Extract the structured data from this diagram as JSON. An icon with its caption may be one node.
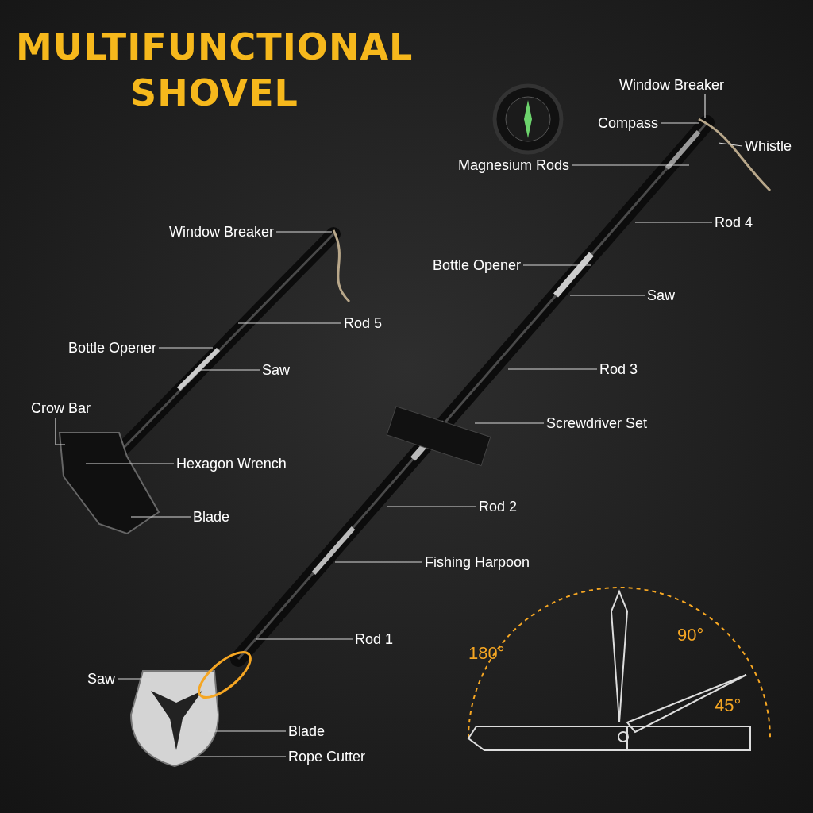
{
  "diagram": {
    "title": "MULTIFUNCTIONAL SHOVEL",
    "nodes": [
      {
        "text": [
          "Window Breaker"
        ]
      },
      {
        "text": [
          "Compass"
        ]
      },
      {
        "text": [
          "Whistle"
        ]
      },
      {
        "text": [
          "Magnesium Rods"
        ]
      },
      {
        "text": [
          "Rod 4"
        ]
      },
      {
        "text": [
          "Window Breaker"
        ]
      },
      {
        "text": [
          "Bottle Opener"
        ]
      },
      {
        "text": [
          "Saw"
        ]
      },
      {
        "text": [
          "Rod 5"
        ]
      },
      {
        "text": [
          "Bottle Opener"
        ]
      },
      {
        "text": [
          "Saw"
        ]
      },
      {
        "text": [
          "Rod 3"
        ]
      },
      {
        "text": [
          "Crow Bar"
        ]
      },
      {
        "text": [
          "Screwdriver Set"
        ]
      },
      {
        "text": [
          "Hexagon Wrench"
        ]
      },
      {
        "text": [
          "Rod 2"
        ]
      },
      {
        "text": [
          "Blade"
        ]
      },
      {
        "text": [
          "Fishing Harpoon"
        ]
      },
      {
        "text": [
          "Rod 1"
        ]
      },
      {
        "text": [
          "Saw"
        ]
      },
      {
        "text": [
          "Blade"
        ]
      },
      {
        "text": [
          "Rope Cutter"
        ]
      }
    ],
    "edges": [
      {
        "from": 0,
        "to": null,
        "arrow": "none"
      },
      {
        "from": 1,
        "to": null,
        "arrow": "none"
      },
      {
        "from": 2,
        "to": null,
        "arrow": "none"
      },
      {
        "from": 3,
        "to": null,
        "arrow": "none"
      },
      {
        "from": 4,
        "to": null,
        "arrow": "none"
      },
      {
        "from": 5,
        "to": null,
        "arrow": "none"
      },
      {
        "from": 6,
        "to": null,
        "arrow": "none"
      },
      {
        "from": 7,
        "to": null,
        "arrow": "none"
      },
      {
        "from": 8,
        "to": null,
        "arrow": "none"
      },
      {
        "from": 9,
        "to": null,
        "arrow": "none"
      },
      {
        "from": 10,
        "to": null,
        "arrow": "none"
      },
      {
        "from": 11,
        "to": null,
        "arrow": "none"
      },
      {
        "from": 12,
        "to": null,
        "arrow": "none"
      },
      {
        "from": 13,
        "to": null,
        "arrow": "none"
      },
      {
        "from": 14,
        "to": null,
        "arrow": "none"
      },
      {
        "from": 15,
        "to": null,
        "arrow": "none"
      },
      {
        "from": 16,
        "to": null,
        "arrow": "none"
      },
      {
        "from": 17,
        "to": null,
        "arrow": "none"
      },
      {
        "from": 18,
        "to": null,
        "arrow": "none"
      },
      {
        "from": 19,
        "to": null,
        "arrow": "none"
      },
      {
        "from": 20,
        "to": null,
        "arrow": "none"
      },
      {
        "from": 21,
        "to": null,
        "arrow": "none"
      }
    ],
    "labels": [
      "180°",
      "90°",
      "45°"
    ]
  }
}
